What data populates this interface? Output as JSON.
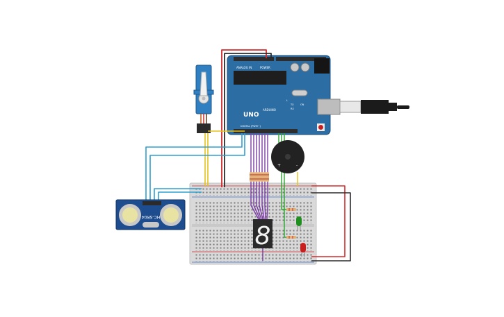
{
  "arduino": {
    "logo_text": "UNO",
    "brand_text": "ARDUINO",
    "analog_label": "ANALOG IN",
    "power_label": "POWER",
    "digital_label": "DIGITAL (PWM~)",
    "tx_label": "TX",
    "rx_label": "RX",
    "on_label": "ON",
    "l_label": "L",
    "color": "#2c6ea4"
  },
  "sensor": {
    "model_text": "HC-SR04",
    "color": "#1d4d8f"
  },
  "seven_segment": {
    "digit_text": "8",
    "color": "#2a2a2a"
  },
  "leds": [
    {
      "name": "led-green",
      "color": "#1f8f1f"
    },
    {
      "name": "led-red",
      "color": "#c81e1e"
    }
  ],
  "buzzer": {
    "plus_label": "+",
    "minus_label": "-"
  },
  "wire_colors": {
    "red": "#d22a2a",
    "black": "#2b2b2b",
    "yellow": "#e6c21a",
    "blue": "#2e9fd1",
    "purple": "#7b3ba6",
    "green": "#2fa82f"
  },
  "icons": [
    "usb-cable-icon",
    "servo-motor-icon",
    "buzzer-icon",
    "resistor-icon"
  ]
}
